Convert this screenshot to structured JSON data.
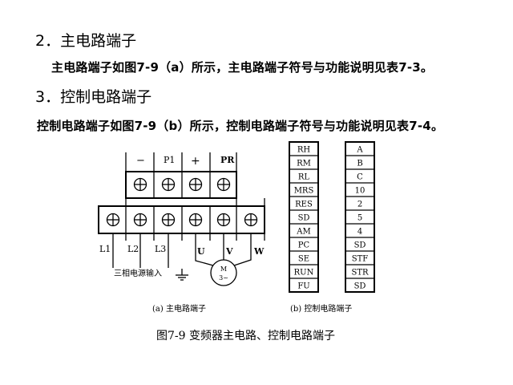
{
  "section2": {
    "heading": "2．主电路端子",
    "text": "主电路端子如图7-9（a）所示，主电路端子符号与功能说明见表7-3。"
  },
  "section3": {
    "heading": "3．控制电路端子",
    "text": "控制电路端子如图7-9（b）所示，控制电路端子符号与功能说明见表7-4。"
  },
  "main_circuit": {
    "top_labels": [
      "−",
      "P1",
      "+",
      "PR"
    ],
    "bottom_labels": [
      "L1",
      "L2",
      "L3",
      "U",
      "V",
      "W"
    ],
    "input_label": "三相电源输入",
    "motor": {
      "line1": "M",
      "line2": "3~"
    },
    "caption": "(a) 主电路端子"
  },
  "control_circuit": {
    "left_column": [
      "RH",
      "RM",
      "RL",
      "MRS",
      "RES",
      "SD",
      "AM",
      "PC",
      "SE",
      "RUN",
      "FU"
    ],
    "right_column": [
      "A",
      "B",
      "C",
      "10",
      "2",
      "5",
      "4",
      "SD",
      "STF",
      "STR",
      "SD"
    ],
    "caption": "(b) 控制电路端子"
  },
  "figure_caption": "图7-9  变频器主电路、控制电路端子"
}
